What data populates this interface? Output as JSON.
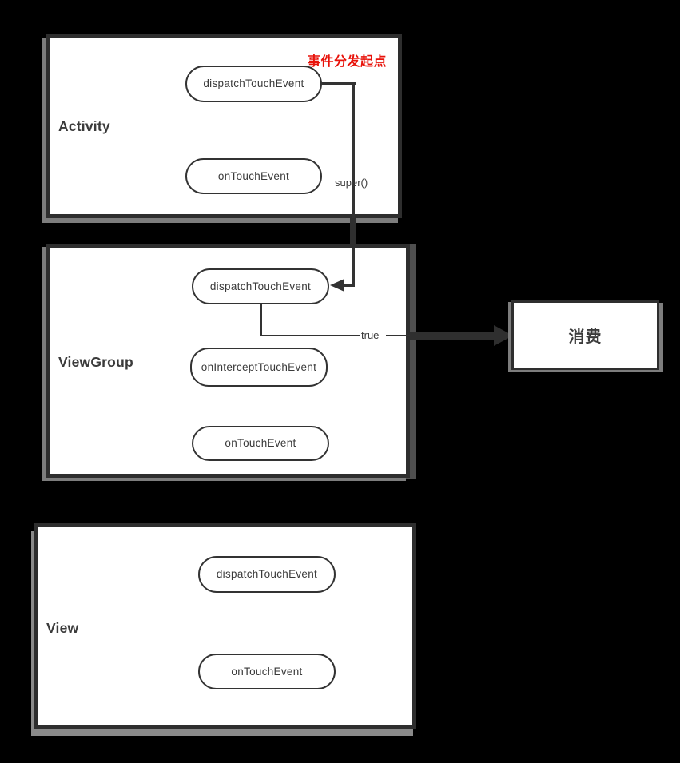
{
  "diagram": {
    "background_color": "#000000",
    "box_fill_color": "#ffffff",
    "border_color": "#2e2e2e",
    "line_color": "#333333",
    "accent_red": "#e8120a",
    "activity": {
      "label": "Activity",
      "dispatch_node": "dispatchTouchEvent",
      "ontouch_node": "onTouchEvent"
    },
    "viewgroup": {
      "label": "ViewGroup",
      "dispatch_node": "dispatchTouchEvent",
      "onintercept_node": "onInterceptTouchEvent",
      "ontouch_node": "onTouchEvent"
    },
    "view": {
      "label": "View",
      "dispatch_node": "dispatchTouchEvent",
      "ontouch_node": "onTouchEvent"
    },
    "consume": {
      "label": "消费"
    },
    "annotations": {
      "dispatch_start": "事件分发起点",
      "super_call": "super()",
      "result_true": "true"
    }
  }
}
